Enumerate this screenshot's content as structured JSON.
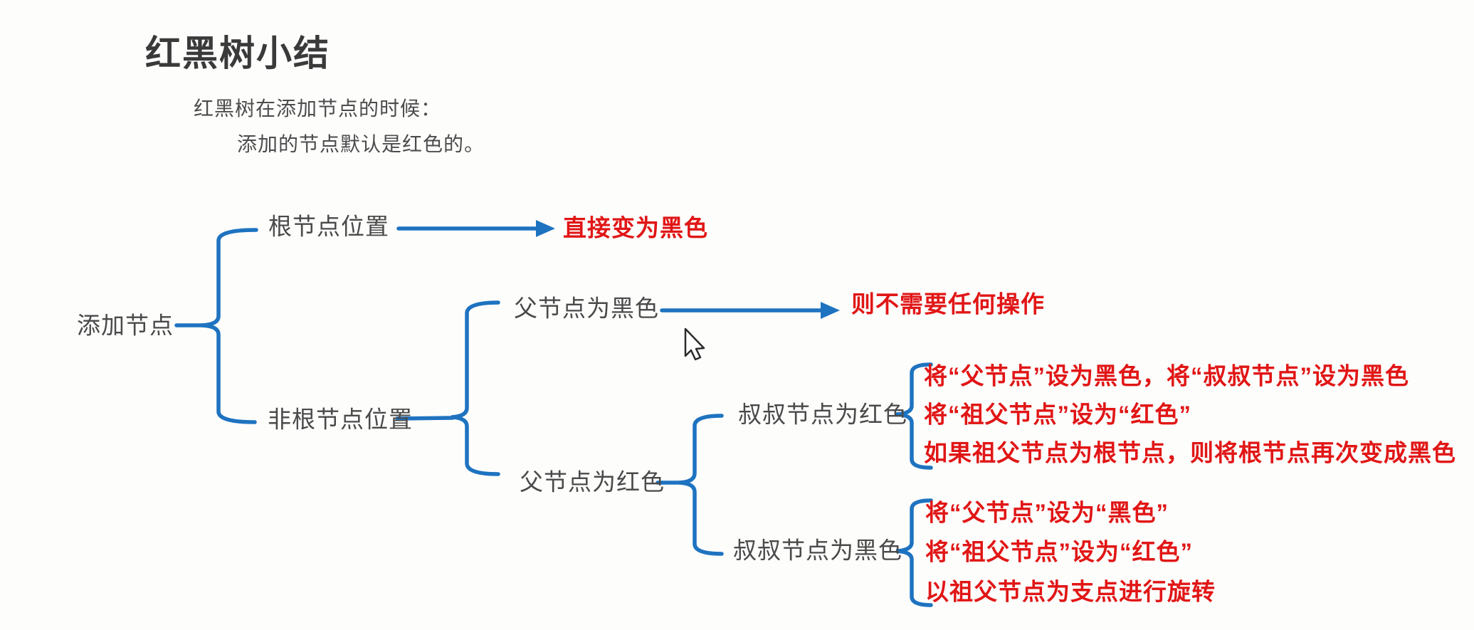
{
  "colors": {
    "background": "#fdfdfc",
    "branch_blue": "#1e73c0",
    "result_red": "#e11616",
    "text_gray": "#4a4a4a",
    "title_gray": "#3a3a3a"
  },
  "header": {
    "title": "红黑树小结",
    "intro_line1": "红黑树在添加节点的时候：",
    "intro_line2": "添加的节点默认是红色的。"
  },
  "map": {
    "root_label": "添加节点",
    "root_position": {
      "label": "根节点位置",
      "result": "直接变为黑色"
    },
    "non_root": {
      "label": "非根节点位置",
      "parent_black": {
        "label": "父节点为黑色",
        "result": "则不需要任何操作"
      },
      "parent_red": {
        "label": "父节点为红色",
        "uncle_red": {
          "label": "叔叔节点为红色",
          "actions": [
            "将“父节点”设为黑色，将“叔叔节点”设为黑色",
            "将“祖父节点”设为“红色”",
            "如果祖父节点为根节点，则将根节点再次变成黑色"
          ]
        },
        "uncle_black": {
          "label": "叔叔节点为黑色",
          "actions": [
            "将“父节点”设为“黑色”",
            "将“祖父节点”设为“红色”",
            "以祖父节点为支点进行旋转"
          ]
        }
      }
    }
  },
  "icons": {
    "cursor": "mouse-pointer"
  }
}
